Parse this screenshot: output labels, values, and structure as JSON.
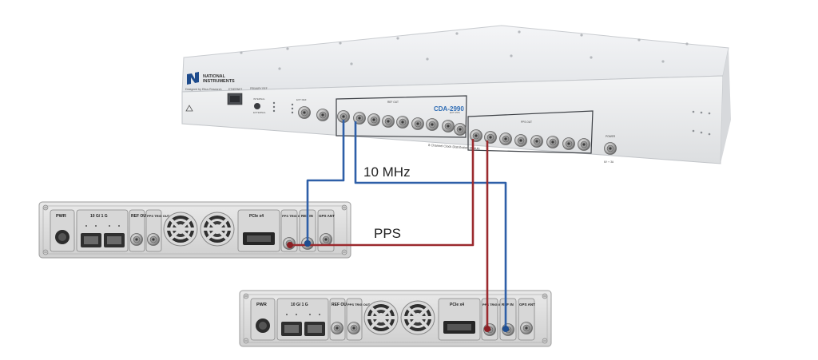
{
  "cda": {
    "brand_line1": "NATIONAL",
    "brand_line2": "INSTRUMENTS",
    "designed_by": "Designed by Ettus Research",
    "model": "CDA-2990",
    "module_name": "8 Channel Clock Distribution Module",
    "ethernet_label": "ETHERNET",
    "primary_ref_label": "PRIMARY REF",
    "internal_label": "INTERNAL",
    "external_label": "EXTERNAL",
    "ext_ref_label": "EXT REF",
    "ext_pps_label": "EXT PPS",
    "ref_out_group": "REF OUT",
    "pps_out_group": "PPS OUT",
    "power_label": "POWER",
    "power_spec": "6V ⎓ 3A"
  },
  "connections": {
    "ten_mhz_label": "10 MHz",
    "pps_label": "PPS",
    "colors": {
      "ten_mhz": "#2e5fa8",
      "pps": "#9b2a2e"
    }
  },
  "radio": {
    "pwr": "PWR",
    "tenG": "10 G/ 1 G",
    "ref_out": "REF OUT",
    "pps_trig_out": "PPS TRIG OUT",
    "pcie": "PCIe x4",
    "pps_trig_in": "PPS TRIG IN",
    "ref_in": "REF IN",
    "gps_ant": "GPS ANT"
  }
}
